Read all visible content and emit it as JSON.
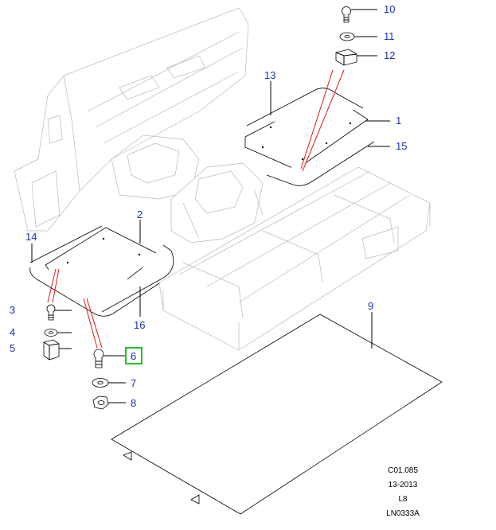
{
  "callouts": {
    "c1": "1",
    "c2": "2",
    "c3": "3",
    "c4": "4",
    "c5": "5",
    "c6": "6",
    "c7": "7",
    "c8": "8",
    "c9": "9",
    "c10": "10",
    "c11": "11",
    "c12": "12",
    "c13": "13",
    "c14": "14",
    "c15": "15",
    "c16": "16"
  },
  "selected_callout": "6",
  "info_block": {
    "line1": "C01.085",
    "line2": "13-2013",
    "line3": "L8",
    "line4": "LN0333A"
  },
  "colors": {
    "callout_text": "#1a2fb8",
    "highlight_box": "#22c222",
    "guide_line": "#e01818"
  }
}
